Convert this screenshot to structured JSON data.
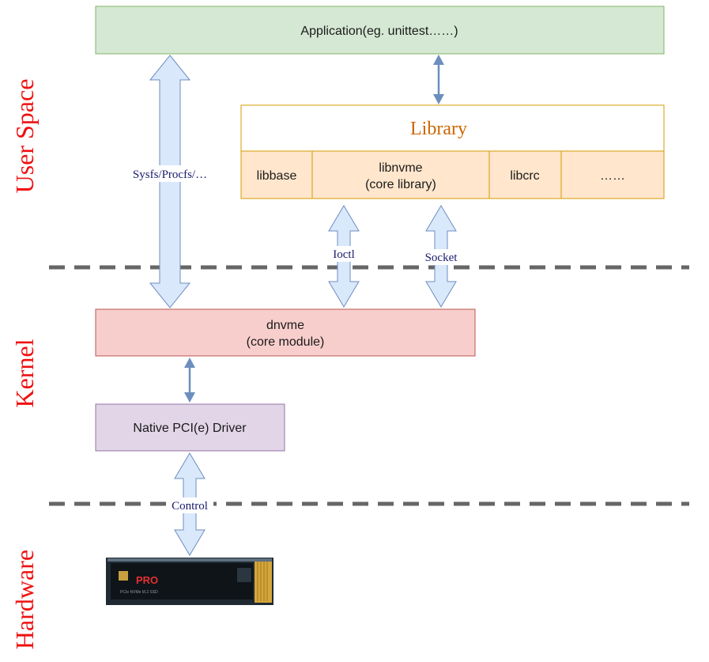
{
  "layers": {
    "user_space": "User Space",
    "kernel": "Kernel",
    "hardware": "Hardware"
  },
  "boxes": {
    "application": "Application(eg. unittest……)",
    "library_title": "Library",
    "libbase": "libbase",
    "libnvme_line1": "libnvme",
    "libnvme_line2": "(core library)",
    "libcrc": "libcrc",
    "lib_more": "……",
    "dnvme_line1": "dnvme",
    "dnvme_line2": "(core module)",
    "native_driver": "Native PCI(e) Driver"
  },
  "connectors": {
    "sysfs": "Sysfs/Procfs/…",
    "ioctl": "Ioctl",
    "socket": "Socket",
    "control": "Control"
  },
  "ssd_image": {
    "brand_text": "PRO",
    "sub_text": "PCIe NVMe M.2 SSD"
  },
  "colors": {
    "layer_label": "#ee1111",
    "application_fill": "#d5e8d4",
    "application_stroke": "#82b366",
    "library_stroke": "#d79b00",
    "library_title": "#cc6600",
    "library_cell_fill": "#ffe6cc",
    "dnvme_fill": "#f8cecc",
    "dnvme_stroke": "#b85450",
    "driver_fill": "#e1d5e7",
    "driver_stroke": "#9673a6",
    "fat_arrow_fill": "#dae8fc",
    "fat_arrow_stroke": "#6c8ebf",
    "thin_arrow": "#6c8ebf",
    "connector_label": "#1a1a6e",
    "dashed_line": "#666666"
  }
}
